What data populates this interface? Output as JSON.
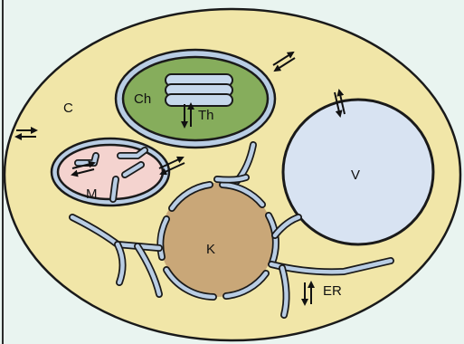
{
  "labels": {
    "cytoplasm": "C",
    "chloroplast": "Ch",
    "thylakoid": "Th",
    "mitochondrion": "M",
    "nucleus": "K",
    "vacuole": "V",
    "endoplasmic_reticulum": "ER"
  },
  "colors": {
    "background": "#e9f4f0",
    "cytoplasm": "#f1e6a8",
    "chloroplast": "#86ad5c",
    "mitochondrion": "#f4d3cf",
    "nucleus": "#c9a778",
    "vacuole": "#d8e3f2",
    "membrane_fill": "#b9cde4",
    "outline": "#1a1a1a"
  }
}
